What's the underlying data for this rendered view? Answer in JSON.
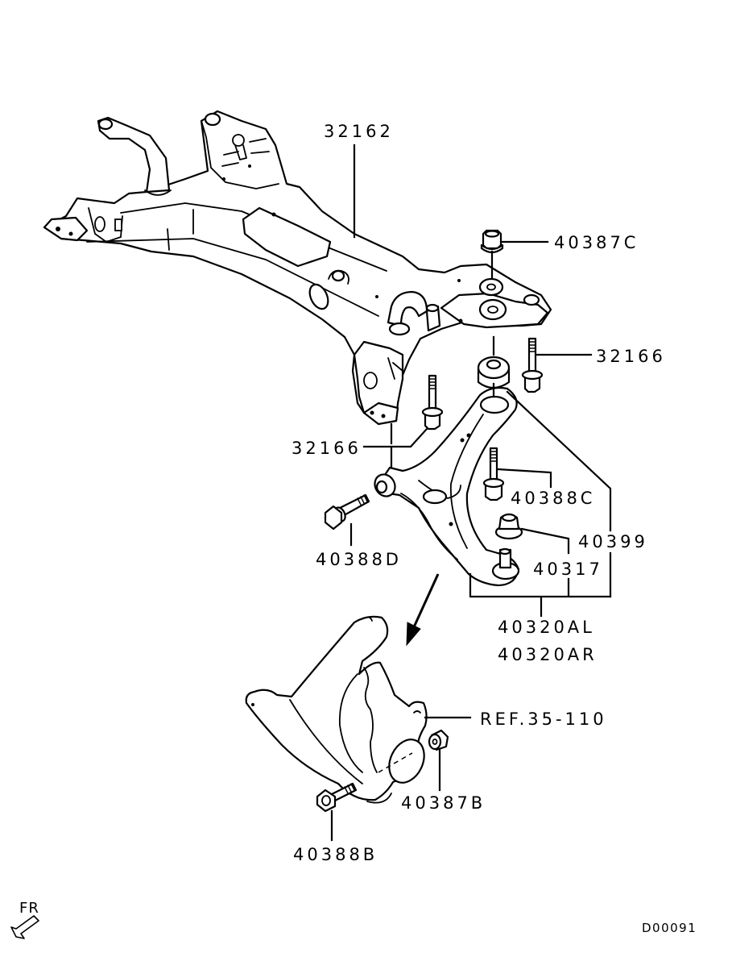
{
  "diagram": {
    "title": "Front crossmember and lower arm exploded view",
    "drawing_code": "D00091",
    "direction_indicator": {
      "label": "FR",
      "icon": "front-direction-arrow-icon"
    },
    "parts": [
      {
        "id": "crossmember",
        "part_no": "32162",
        "name": "Front crossmember"
      },
      {
        "id": "nut-top",
        "part_no": "40387C",
        "name": "Nut"
      },
      {
        "id": "bolt-rear-right",
        "part_no": "32166",
        "name": "Bolt"
      },
      {
        "id": "bolt-rear-left",
        "part_no": "32166",
        "name": "Bolt"
      },
      {
        "id": "bolt-arm-front",
        "part_no": "40388D",
        "name": "Bolt"
      },
      {
        "id": "bolt-arm-rear",
        "part_no": "40388C",
        "name": "Bolt"
      },
      {
        "id": "bushing",
        "part_no": "40399",
        "name": "Bushing"
      },
      {
        "id": "balljoint-boot",
        "part_no": "40317",
        "name": "Ball joint boot"
      },
      {
        "id": "lower-arm-left",
        "part_no": "40320AL",
        "name": "Lower arm, LH"
      },
      {
        "id": "lower-arm-right",
        "part_no": "40320AR",
        "name": "Lower arm, RH"
      },
      {
        "id": "knuckle",
        "part_no": "REF.35-110",
        "name": "Steering knuckle (reference)"
      },
      {
        "id": "nut-knuckle",
        "part_no": "40387B",
        "name": "Nut"
      },
      {
        "id": "bolt-knuckle",
        "part_no": "40388B",
        "name": "Bolt"
      }
    ]
  }
}
